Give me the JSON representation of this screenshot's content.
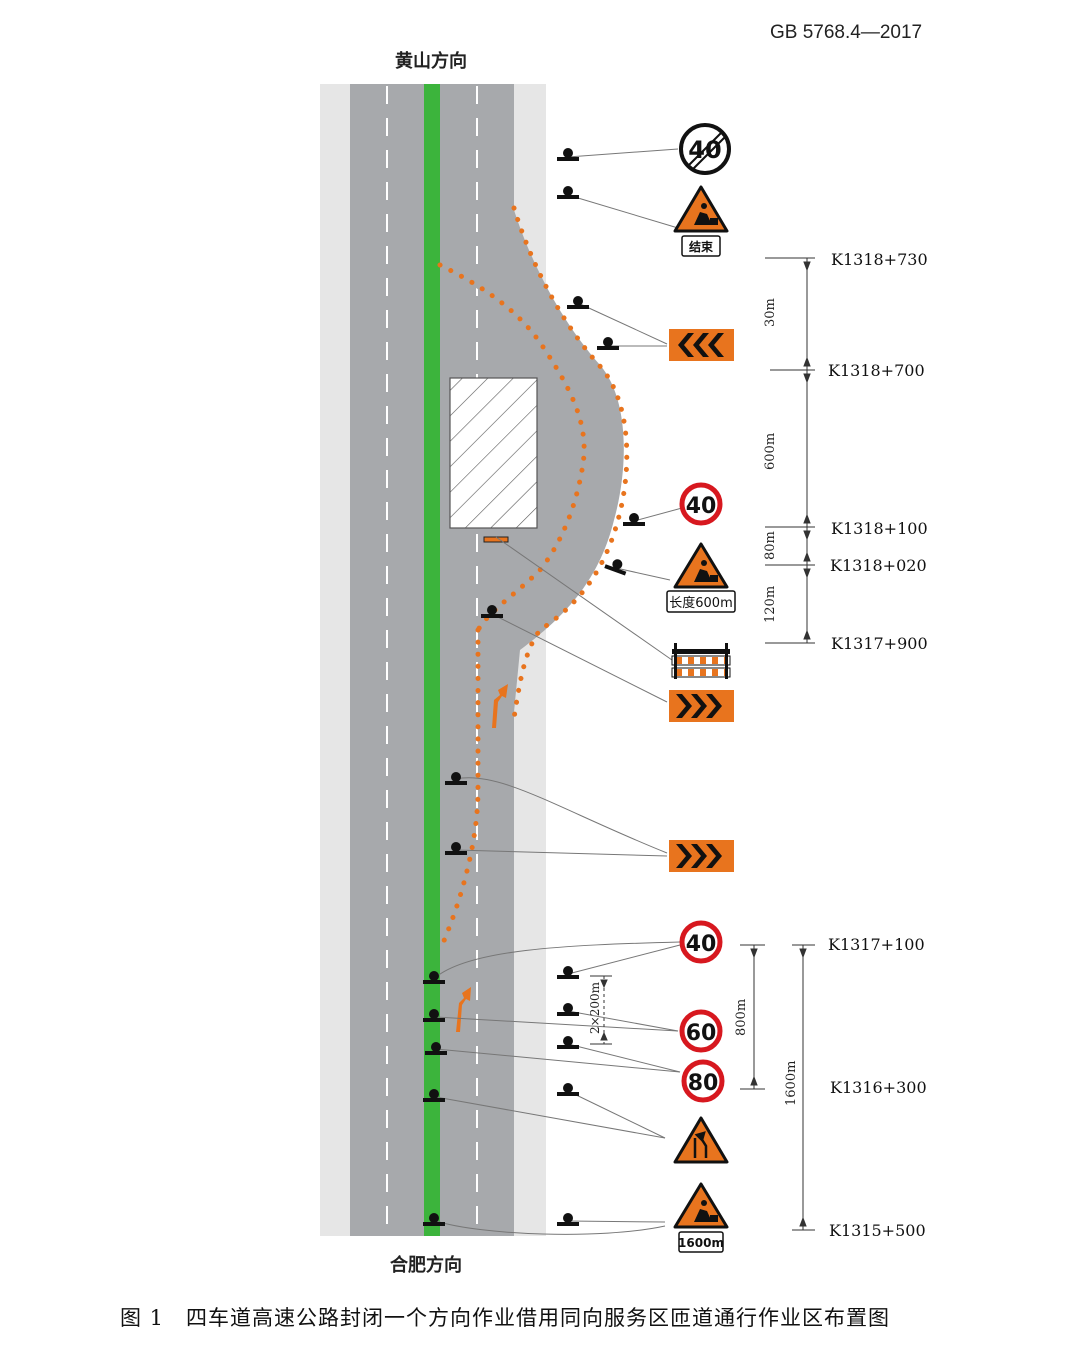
{
  "header": {
    "standard_code": "GB 5768.4—2017"
  },
  "directions": {
    "top": "黄山方向",
    "bottom": "合肥方向"
  },
  "signs": {
    "end_speed_limit": "40",
    "end_panel": "结束",
    "speed_40": "40",
    "length_panel_600": "长度600m",
    "speed_60": "60",
    "speed_80": "80",
    "length_panel_1600": "1600m"
  },
  "stations": [
    {
      "id": "k1318-730",
      "label": "K1318+730"
    },
    {
      "id": "k1318-700",
      "label": "K1318+700"
    },
    {
      "id": "k1318-100",
      "label": "K1318+100"
    },
    {
      "id": "k1318-020",
      "label": "K1318+020"
    },
    {
      "id": "k1317-900",
      "label": "K1317+900"
    },
    {
      "id": "k1317-100",
      "label": "K1317+100"
    },
    {
      "id": "k1316-300",
      "label": "K1316+300"
    },
    {
      "id": "k1315-500",
      "label": "K1315+500"
    }
  ],
  "distances": {
    "d30": "30m",
    "d600": "600m",
    "d80": "80m",
    "d120": "120m",
    "d2x200": "2×200m",
    "d800": "800m",
    "d1600": "1600m"
  },
  "caption": "图 1　四车道高速公路封闭一个方向作业借用同向服务区匝道通行作业区布置图",
  "colors": {
    "road": "#a7a9ac",
    "shoulder": "#e6e6e6",
    "median": "#3cb43c",
    "work_orange": "#e8741e",
    "sign_red": "#d7181f"
  }
}
